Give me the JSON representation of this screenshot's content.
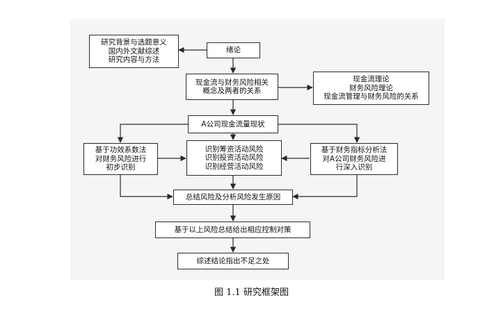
{
  "figure": {
    "caption": "图 1.1  研究框架图",
    "nodes": {
      "intro_topics": [
        "研究背景与选题意义",
        "国内外文献综述",
        "研究内容与方法"
      ],
      "conclusion_intro": [
        "绪论"
      ],
      "concepts": [
        "现金流与财务风险相关",
        "概念及两者的关系"
      ],
      "theories": [
        "现金流理论",
        "财务风险理论",
        "现金流管理与财务风险的关系"
      ],
      "status": [
        "A公司现金流量现状"
      ],
      "efficacy": [
        "基于功效系数法",
        "对财务风险进行",
        "初步识别"
      ],
      "identify": [
        "识别筹资活动风险",
        "识别投资活动风险",
        "识别经营活动风险"
      ],
      "indicators": [
        "基于财务指标分析法",
        "对A公司财务风险进",
        "行深入识别"
      ],
      "summary": [
        "总结风险及分析风险发生原因"
      ],
      "countermeasures": [
        "基于以上风险总结给出相应控制对策"
      ],
      "final": [
        "综述结论指出不足之处"
      ]
    }
  }
}
